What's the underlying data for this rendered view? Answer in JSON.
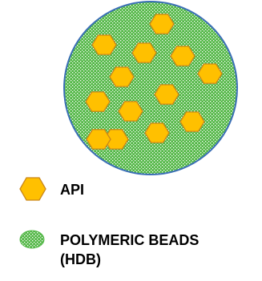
{
  "colors": {
    "api_fill": "#FFC000",
    "api_stroke": "#C9871B",
    "bead_fill": "#54B848",
    "bead_mesh": "#FFFFFF",
    "circle_stroke": "#3B6FB6"
  },
  "diagram": {
    "api_particle_count": 13
  },
  "legend": {
    "api": {
      "icon": "hexagon-icon",
      "label": "API"
    },
    "beads": {
      "icon": "green-bead-icon",
      "label_line1": "POLYMERIC BEADS",
      "label_line2": "(HDB)"
    }
  }
}
